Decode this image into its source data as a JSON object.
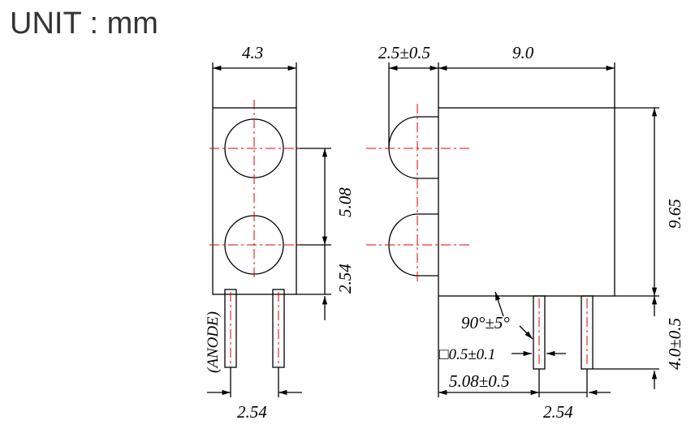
{
  "header": {
    "unit_label": "UNIT : mm"
  },
  "front_view": {
    "width_dim": "4.3",
    "pitch_dim": "5.08",
    "lower_dim": "2.54",
    "pin_pitch_dim": "2.54",
    "anode_label": "(ANODE)"
  },
  "side_view": {
    "protrusion_dim": "2.5±0.5",
    "length_dim": "9.0",
    "height_dim": "9.65",
    "lead_length_dim": "4.0±0.5",
    "angle_dim": "90°±5°",
    "lead_size_dim": "□0.5±0.1",
    "lead_offset_dim": "5.08±0.5",
    "lead_pitch_dim": "2.54"
  },
  "colors": {
    "outline": "#000000",
    "centerline": "#e00000",
    "title": "#333333"
  }
}
